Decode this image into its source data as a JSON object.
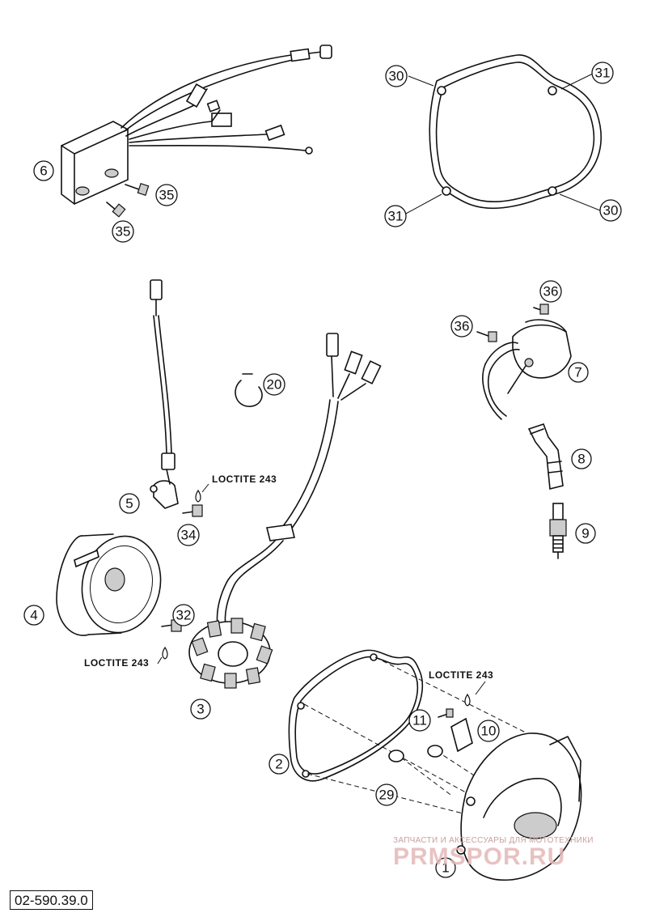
{
  "diagram_code": "02-590.39.0",
  "callouts": {
    "c1": "1",
    "c2": "2",
    "c3": "3",
    "c4": "4",
    "c5": "5",
    "c6": "6",
    "c7": "7",
    "c8": "8",
    "c9": "9",
    "c10": "10",
    "c11": "11",
    "c20": "20",
    "c29": "29",
    "c30a": "30",
    "c30b": "30",
    "c31a": "31",
    "c31b": "31",
    "c32": "32",
    "c34": "34",
    "c35a": "35",
    "c35b": "35",
    "c36a": "36",
    "c36b": "36"
  },
  "loctite_labels": [
    "LOCTITE 243",
    "LOCTITE 243",
    "LOCTITE 243"
  ],
  "watermark": {
    "tagline": "ЗАПЧАСТИ И АКСЕССУАРЫ ДЛЯ МОТОТЕХНИКИ",
    "brand": "PRMSPOR.RU"
  },
  "icons": [
    "wiring-harness",
    "cdi-unit",
    "gasket",
    "ignition-coil",
    "spark-plug-cap",
    "spark-plug",
    "flywheel-rotor",
    "stator",
    "ignition-cover",
    "pickup-sensor",
    "clamp",
    "bolt",
    "dowel-pin"
  ]
}
